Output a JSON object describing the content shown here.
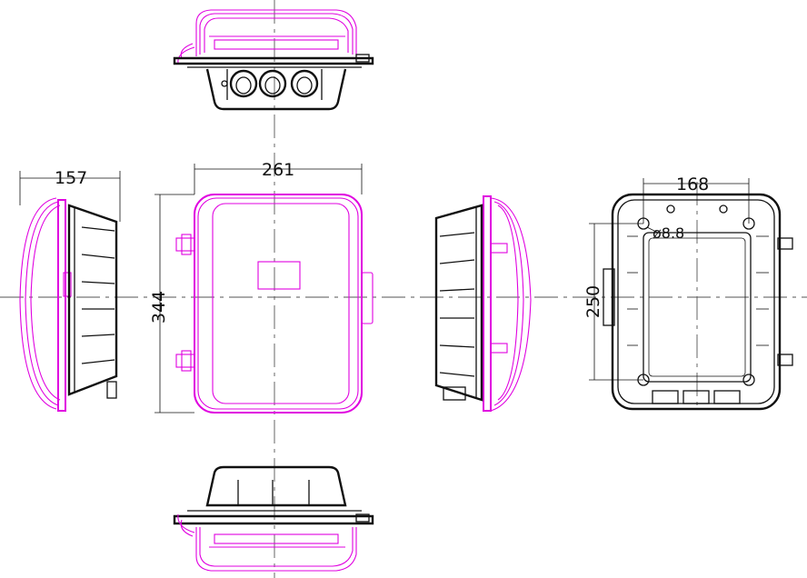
{
  "colors": {
    "outline": "#e000e0",
    "body": "#111111",
    "centerline": "#555555"
  },
  "dimensions": {
    "depth": "157",
    "width": "261",
    "height": "344",
    "mount_width": "168",
    "mount_height": "250",
    "hole_diameter": "ø8.8"
  }
}
